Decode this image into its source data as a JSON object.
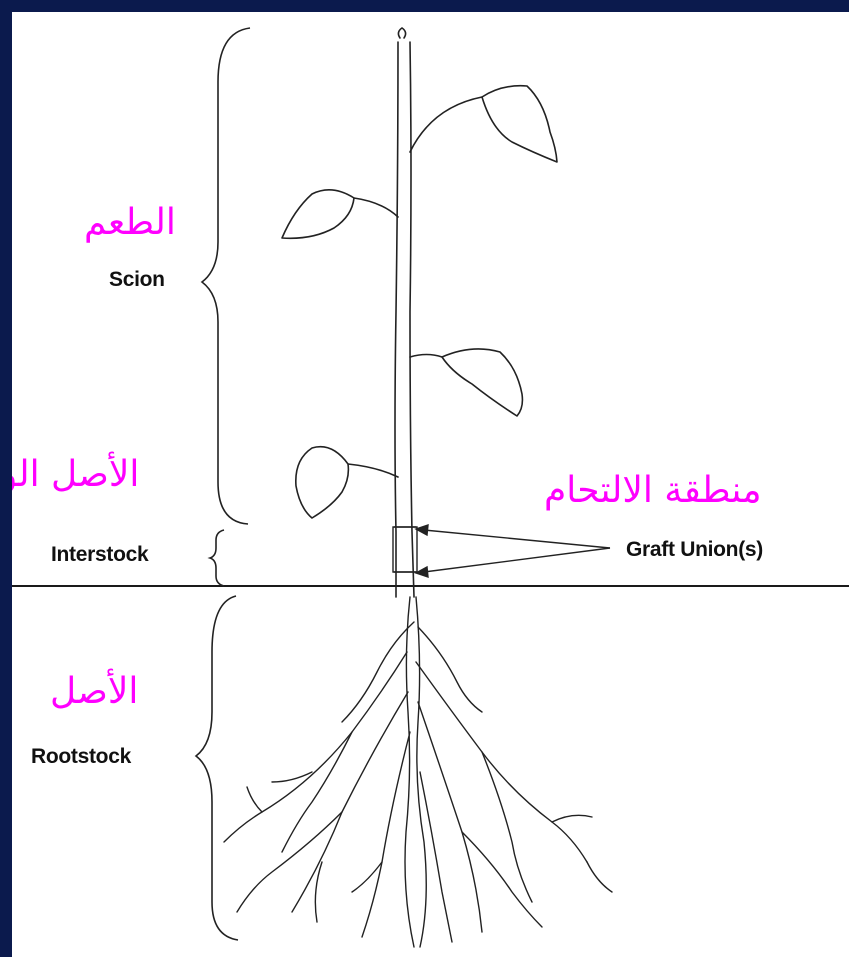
{
  "labels": {
    "scion": "Scion",
    "interstock": "Interstock",
    "rootstock": "Rootstock",
    "graft_union": "Graft Union(s)"
  },
  "arabic_labels": {
    "scion": "الطعم",
    "interstock": "الأصل الو",
    "graft_union": "منطقة الالتحام",
    "rootstock": "الأصل"
  },
  "colors": {
    "background": "#0b1a4d",
    "arabic_text": "#ff00ff",
    "drawing": "#1a1a1a"
  }
}
